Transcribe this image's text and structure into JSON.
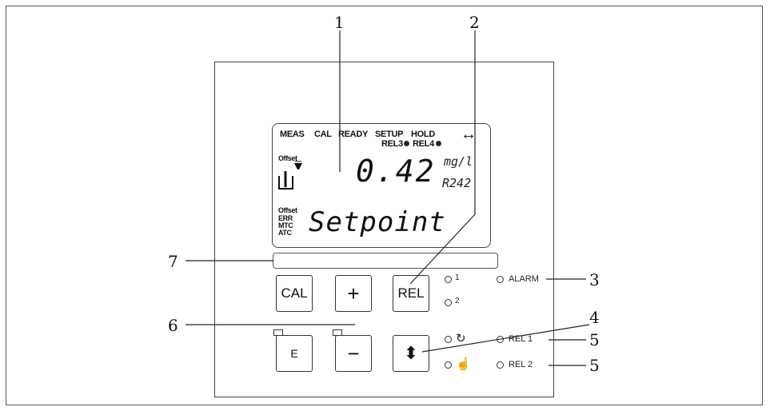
{
  "display": {
    "status_labels": [
      "MEAS",
      "CAL",
      "READY",
      "SETUP",
      "HOLD"
    ],
    "arrow": "↔",
    "rel3": "REL3",
    "rel4": "REL4",
    "offset_top": "Offset",
    "value": "0.42",
    "unit": "mg/l",
    "relay_code": "R242",
    "text_line": "Setpoint",
    "left_labels": [
      "Offset",
      "ERR",
      "MTC",
      "ATC"
    ]
  },
  "keys": {
    "cal": "CAL",
    "plus": "+",
    "rel": "REL",
    "e": "E",
    "minus": "−",
    "toggle": "⬍"
  },
  "leds": {
    "l1": "1",
    "l2": "2",
    "alarm": "ALARM",
    "rel1": "REL 1",
    "rel2": "REL 2",
    "auto_symbol": "↻",
    "manual_symbol": "☝"
  },
  "callouts": [
    "1",
    "2",
    "3",
    "4",
    "5",
    "5",
    "6",
    "7"
  ]
}
